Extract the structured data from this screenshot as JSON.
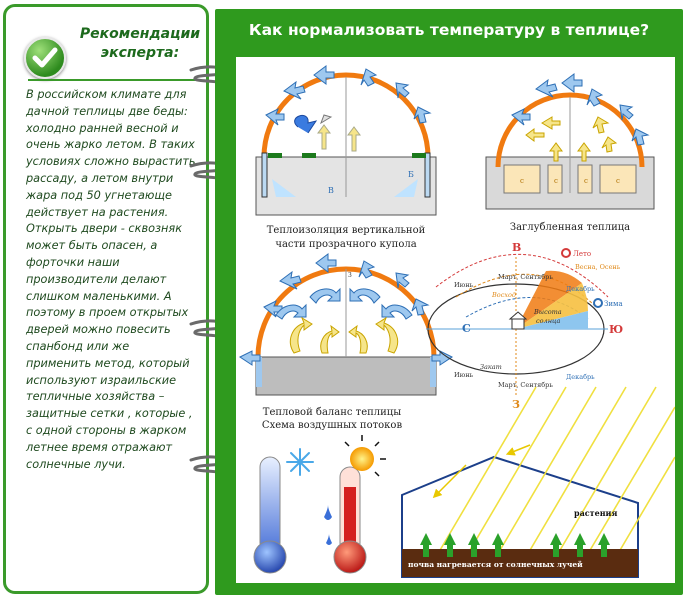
{
  "left_panel": {
    "title": "Рекомендации эксперта:",
    "text": "В российском климате для дачной теплицы две беды: холодно ранней весной и очень жарко летом. В таких условиях сложно вырастить рассаду, а летом внутри жара под 50 угнетающе действует на растения. Открыть двери - сквозняк может быть опасен, а форточки наши производители делают слишком маленькими. А поэтому в проем открытых дверей можно повесить спанбонд или же применить метод, который используют израильские тепличные хозяйства – защитные сетки , которые , с одной стороны в жарком летнее время отражают солнечные лучи.",
    "icon": "checkmark-icon"
  },
  "main": {
    "title": "Как нормализовать  температуру в теплице?"
  },
  "diagrams": {
    "d1_caption": [
      "Теплоизоляция вертикальной",
      "части прозрачного купола"
    ],
    "d1_labels": [
      "B",
      "Б"
    ],
    "d2_caption": "Заглубленная теплица",
    "d2_labels": [
      "с",
      "с",
      "с",
      "с"
    ],
    "d3_caption": [
      "Тепловой баланс теплицы",
      "Схема воздушных потоков"
    ],
    "d3_label": "3",
    "sun": {
      "north": "С",
      "south": "Ю",
      "east": "В",
      "west": "З",
      "summer": "Лето",
      "spring_autumn": "Весна, Осень",
      "winter": "Зима",
      "june_top": "Июнь",
      "march_sept_top": "Март, Сентябрь",
      "december_top": "Декабрь",
      "sunrise": "Восход",
      "height": "Высота",
      "sun_word": "солнца",
      "sunset": "Закат",
      "june_bottom": "Июнь",
      "march_sept_bottom": "Март, Сентябрь",
      "december_bottom": "Декабрь"
    },
    "sunbox": {
      "plants": "растения",
      "soil": "почва нагревается от солнечных лучей"
    }
  },
  "colors": {
    "green_panel": "#2f9a1e",
    "dome_orange": "#f07a10",
    "air_blue": "#7ab8e8",
    "sun_yellow": "#f0e040"
  }
}
